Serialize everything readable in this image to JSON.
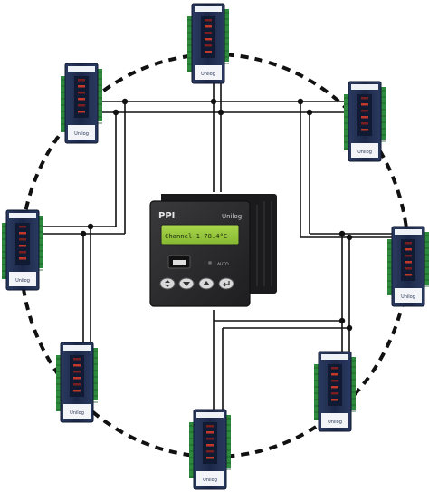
{
  "controller": {
    "brand": "PPI",
    "model": "Unilog",
    "display_line": "Channel-1  78.4°C",
    "port_label": "AUTO",
    "buttons": [
      {
        "icon": "scroll-icon"
      },
      {
        "icon": "down-arrow-icon"
      },
      {
        "icon": "up-arrow-icon"
      },
      {
        "icon": "enter-icon"
      }
    ]
  },
  "modules": [
    {
      "id": "top",
      "label": "Unilog"
    },
    {
      "id": "upper-left",
      "label": "Unilog"
    },
    {
      "id": "upper-right",
      "label": "Unilog"
    },
    {
      "id": "left",
      "label": "Unilog"
    },
    {
      "id": "right",
      "label": "Unilog"
    },
    {
      "id": "lower-left",
      "label": "Unilog"
    },
    {
      "id": "lower-right",
      "label": "Unilog"
    },
    {
      "id": "bottom",
      "label": "Unilog"
    }
  ],
  "colors": {
    "module_body": "#1f2d4d",
    "module_edge": "#0f1830",
    "terminal_green": "#2e8b3e",
    "controller_body": "#2b2b2d",
    "lcd_green": "#9acb3f",
    "ring": "#111111",
    "wire": "#111111"
  }
}
